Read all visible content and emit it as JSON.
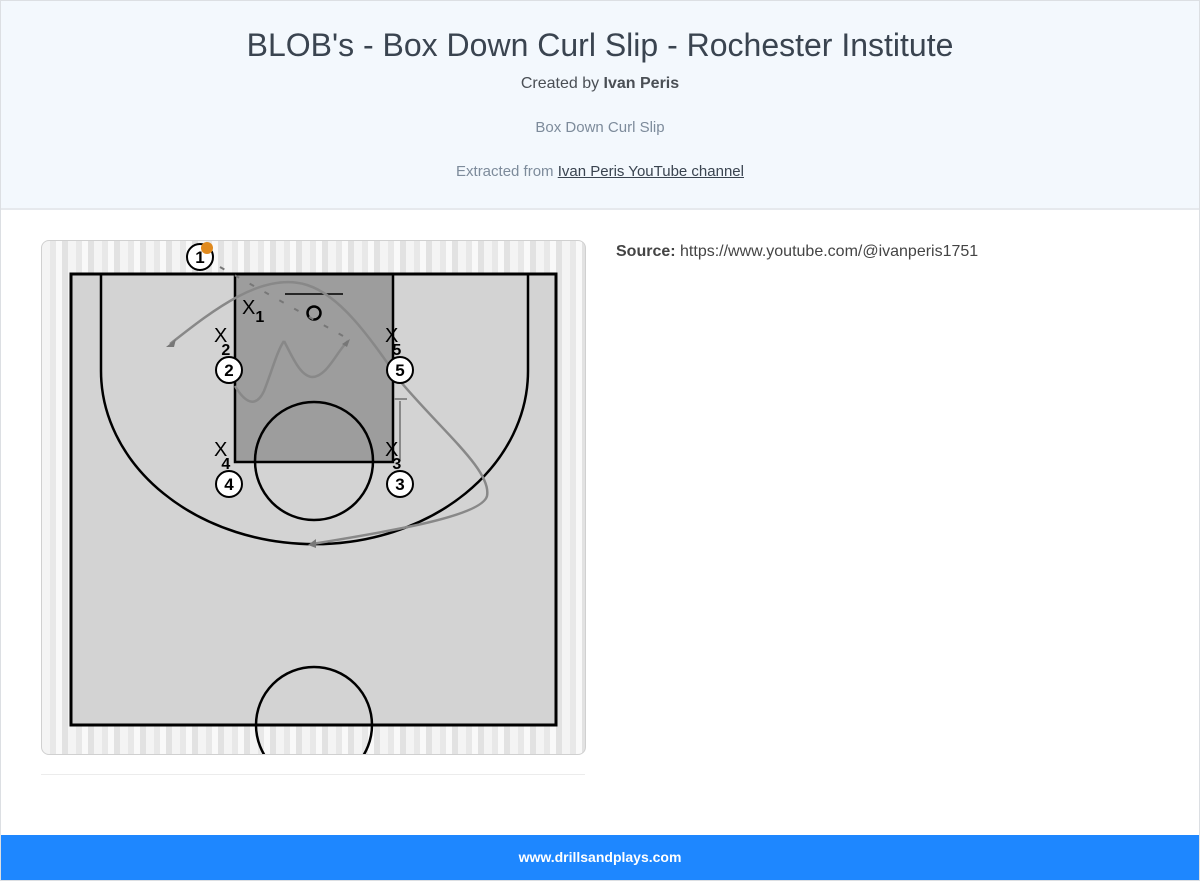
{
  "header": {
    "title": "BLOB's - Box Down Curl Slip - Rochester Institute",
    "created_by_prefix": "Created by",
    "author": "Ivan Peris",
    "subtitle": "Box Down Curl Slip",
    "extracted_prefix": "Extracted from",
    "extracted_link": "Ivan Peris YouTube channel"
  },
  "diagram": {
    "offense_players": [
      {
        "label": "1",
        "has_ball": true
      },
      {
        "label": "2"
      },
      {
        "label": "5"
      },
      {
        "label": "4"
      },
      {
        "label": "3"
      }
    ],
    "defense_players": [
      {
        "label": "X",
        "sub": "1"
      },
      {
        "label": "X",
        "sub": "2"
      },
      {
        "label": "X",
        "sub": "5"
      },
      {
        "label": "X",
        "sub": "4"
      },
      {
        "label": "X",
        "sub": "3"
      }
    ],
    "colors": {
      "lines": "#000000",
      "paint": "#9a9a9a",
      "court": "#d4d4d4",
      "movement": "#777777",
      "ball": "#e08a1e"
    }
  },
  "source": {
    "label": "Source:",
    "value": "https://www.youtube.com/@ivanperis1751"
  },
  "footer": {
    "text": "www.drillsandplays.com",
    "color": "#1e87ff"
  }
}
